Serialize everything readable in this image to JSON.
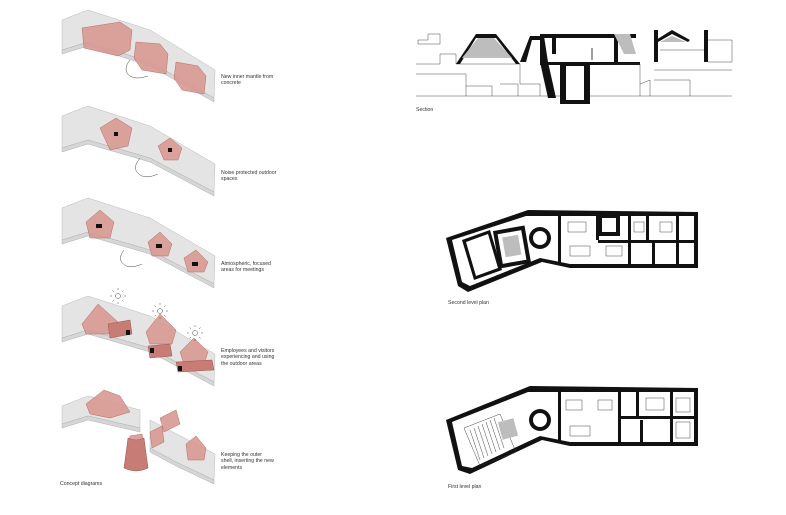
{
  "left_captions": {
    "c1": "New inner mantle from\nconcrete",
    "c2": "Noise protected outdoor\nspaces",
    "c3": "Atmospheric, focused\nareas for meetings",
    "c4": "Employees and visitors\nexperiencing and using\nthe outdoor areas",
    "c5": "Keeping the outer\nshell, inserting the new\nelements",
    "group_title": "Concept diagrams"
  },
  "right_captions": {
    "section": "Section",
    "second_level": "Second level plan",
    "first_level": "First level plan"
  },
  "icons": [
    "sun-icon",
    "people-icon"
  ],
  "colors": {
    "concrete": "#e4e4e4",
    "insert": "#d99a94",
    "wall": "#111111"
  }
}
